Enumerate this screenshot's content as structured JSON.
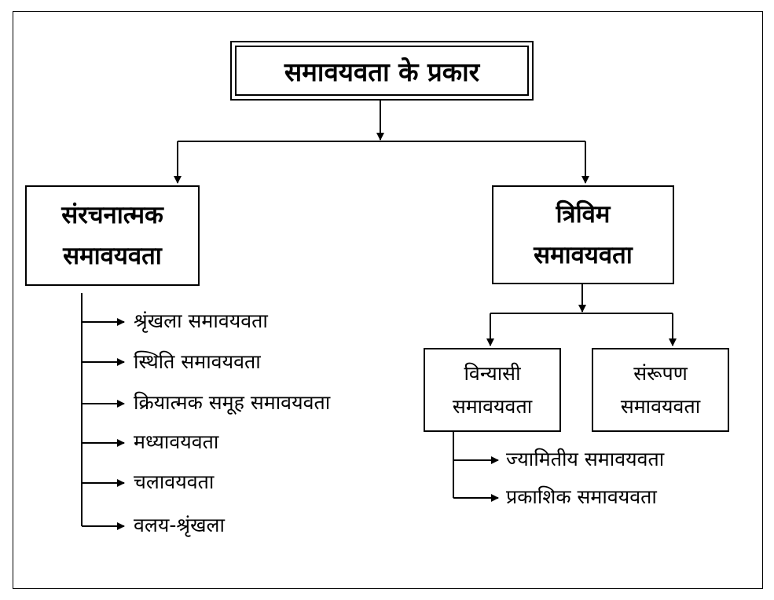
{
  "title": "समावयवता के प्रकार",
  "structural": {
    "line1": "संरचनात्मक",
    "line2": "समावयवता",
    "items": [
      "श्रृंखला समावयवता",
      "स्थिति समावयवता",
      "क्रियात्मक समूह समावयवता",
      "मध्यावयवता",
      "चलावयवता",
      "वलय-श्रृंखला"
    ]
  },
  "stereo": {
    "line1": "त्रिविम",
    "line2": "समावयवता",
    "configurational": {
      "line1": "विन्यासी",
      "line2": "समावयवता",
      "items": [
        "ज्यामितीय समावयवता",
        "प्रकाशिक समावयवता"
      ]
    },
    "conformational": {
      "line1": "संरूपण",
      "line2": "समावयवता"
    }
  }
}
